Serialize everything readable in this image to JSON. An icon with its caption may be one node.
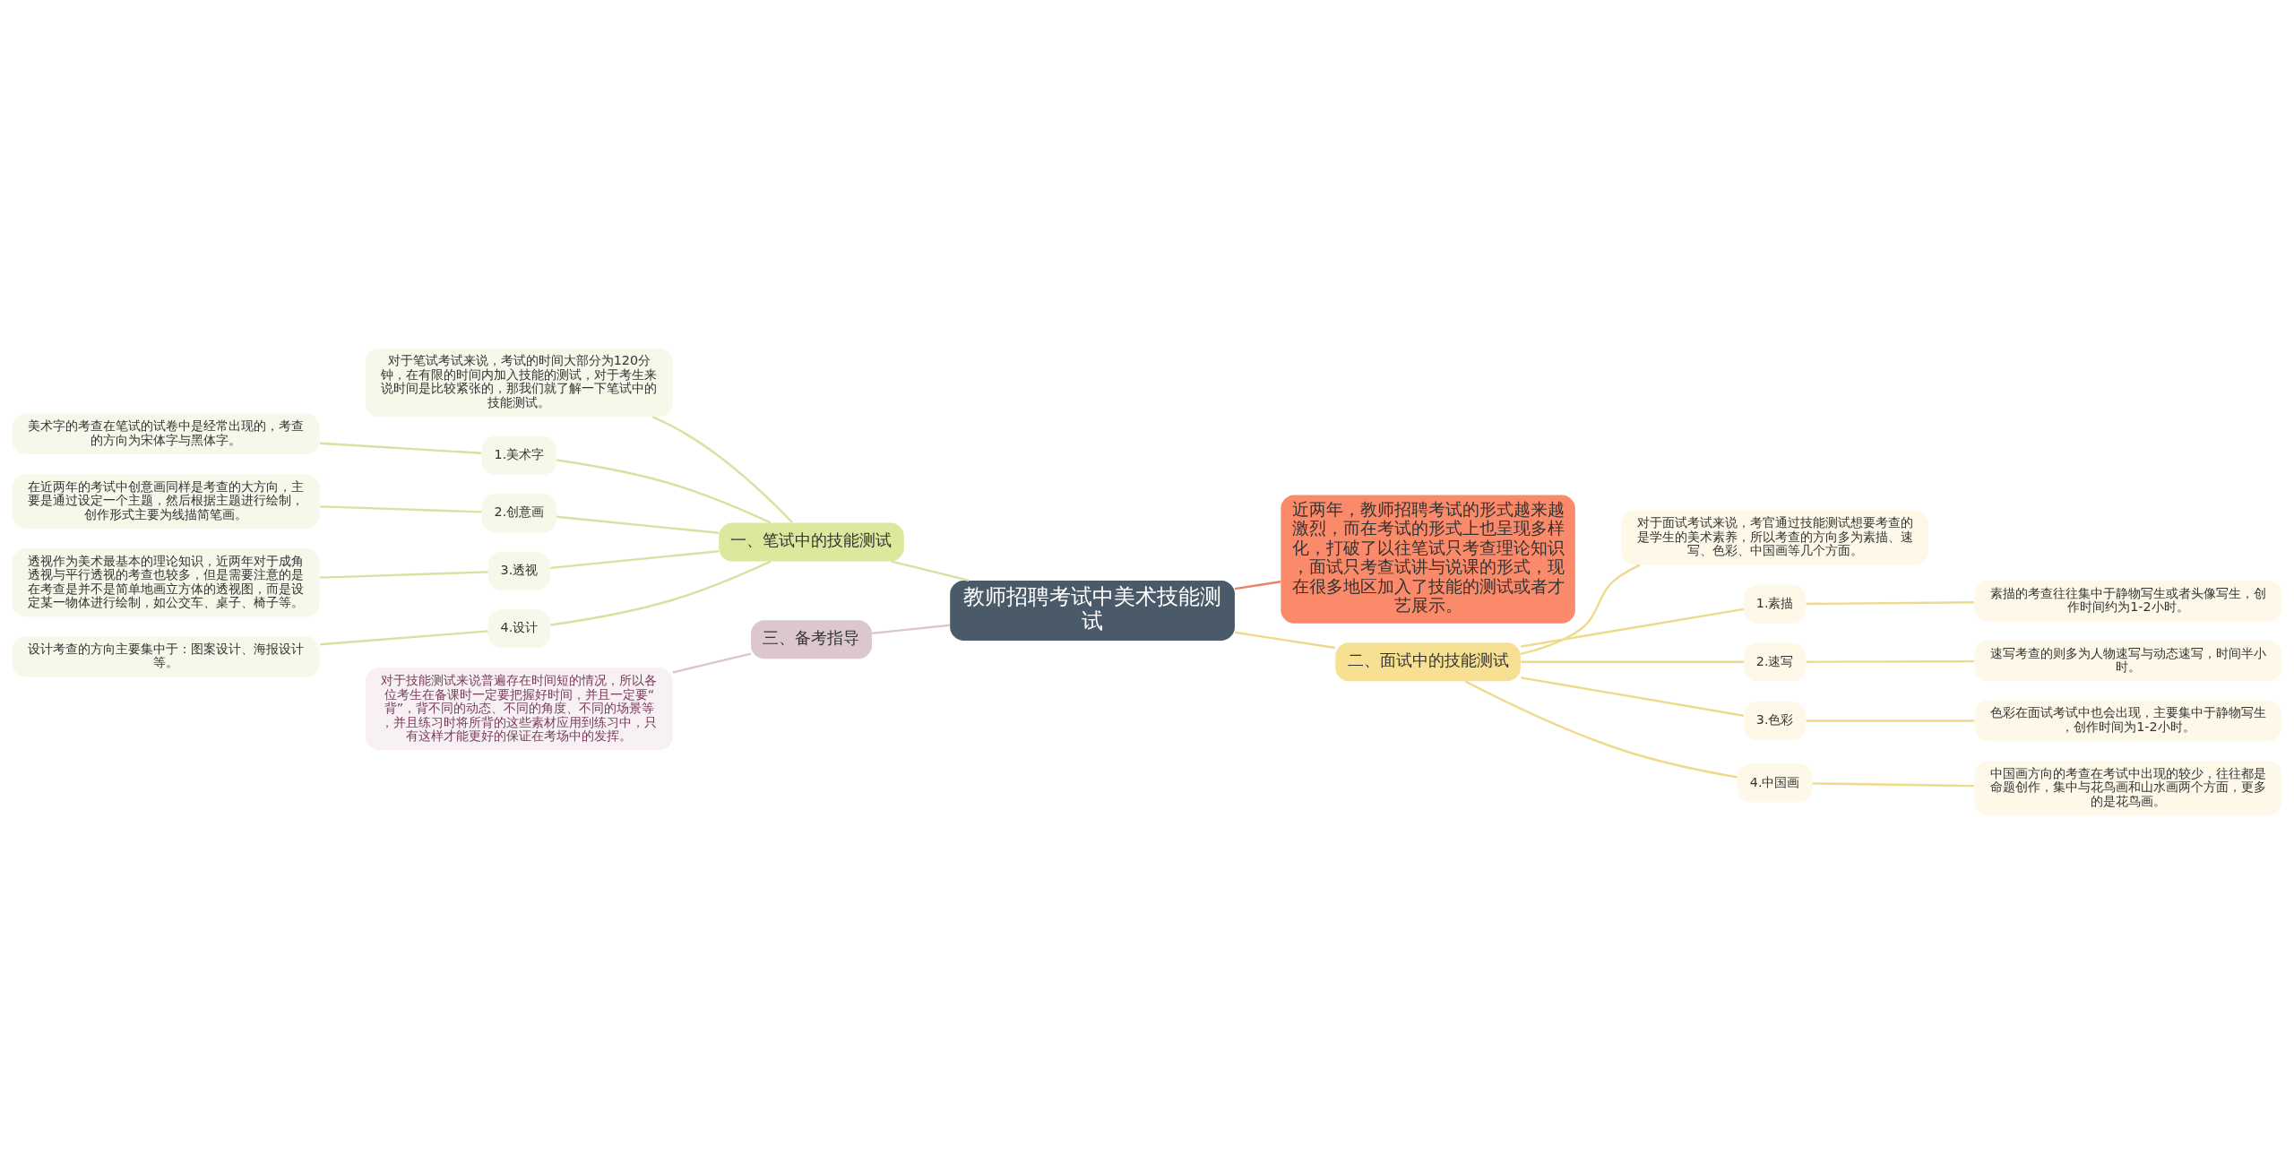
{
  "diagram": {
    "nodes": [
      {
        "text": [
          "教师招聘考试中美术技能测试"
        ]
      },
      {
        "text": [
          "近两年，教师招聘考试的形式越来越激烈，而在考试的形式上也呈现多样化，打破了以往笔试只考查理论知识，面试只考查试讲与说课的形式，现在很多地区加入了技能的测试或者才艺展示。"
        ]
      },
      {
        "text": [
          "一、笔试中的技能测试"
        ]
      },
      {
        "text": [
          "对于笔试考试来说，考试的时间大部分为120分钟，在有限的时间内加入技能的测试，对于考生来说时间是比较紧张的，那我们就了解一下笔试中的技能测试。"
        ]
      },
      {
        "text": [
          "1.美术字"
        ]
      },
      {
        "text": [
          "美术字的考查在笔试的试卷中是经常出现的，考查的方向为宋体字与黑体字。"
        ]
      },
      {
        "text": [
          "2.创意画"
        ]
      },
      {
        "text": [
          "在近两年的考试中创意画同样是考查的大方向，主要是通过设定一个主题，然后根据主题进行绘制，创作形式主要为线描简笔画。"
        ]
      },
      {
        "text": [
          "3.透视"
        ]
      },
      {
        "text": [
          "透视作为美术最基本的理论知识，近两年对于成角透视与平行透视的考查也较多，但是需要注意的是在考查是并不是简单地画立方体的透视图，而是设定某一物体进行绘制，如公交车、桌子、椅子等。"
        ]
      },
      {
        "text": [
          "4.设计"
        ]
      },
      {
        "text": [
          "设计考查的方向主要集中于：图案设计、海报设计等。"
        ]
      },
      {
        "text": [
          "二、面试中的技能测试"
        ]
      },
      {
        "text": [
          "对于面试考试来说，考官通过技能测试想要考查的是学生的美术素养，所以考查的方向多为素描、速写、色彩、中国画等几个方面。"
        ]
      },
      {
        "text": [
          "1.素描"
        ]
      },
      {
        "text": [
          "素描的考查往往集中于静物写生或者头像写生，创作时间约为1-2小时。"
        ]
      },
      {
        "text": [
          "2.速写"
        ]
      },
      {
        "text": [
          "速写考查的则多为人物速写与动态速写，时间半小时。"
        ]
      },
      {
        "text": [
          "3.色彩"
        ]
      },
      {
        "text": [
          "色彩在面试考试中也会出现，主要集中于静物写生，创作时间为1-2小时。"
        ]
      },
      {
        "text": [
          "4.中国画"
        ]
      },
      {
        "text": [
          "中国画方向的考查在考试中出现的较少，往往都是命题创作，集中与花鸟画和山水画两个方面，更多的是花鸟画。"
        ]
      },
      {
        "text": [
          "三、备考指导"
        ]
      },
      {
        "text": [
          "对于技能测试来说普遍存在时间短的情况，所以各位考生在备课时一定要把握好时间，并且一定要“背”，背不同的动态、不同的角度、不同的场景等，并且练习时将所背的这些素材应用到练习中，只有这样才能更好的保证在考场中的发挥。"
        ]
      }
    ],
    "edges": [
      {
        "from": 0,
        "to": 1,
        "arrow": "none",
        "color": "#e8846a"
      },
      {
        "from": 0,
        "to": 2,
        "arrow": "none",
        "color": "#d6e2a0"
      },
      {
        "from": 2,
        "to": 3,
        "arrow": "none",
        "color": "#d6e2a0"
      },
      {
        "from": 2,
        "to": 4,
        "arrow": "none",
        "color": "#d6e2a0"
      },
      {
        "from": 4,
        "to": 5,
        "arrow": "none",
        "color": "#d6e2a0"
      },
      {
        "from": 2,
        "to": 6,
        "arrow": "none",
        "color": "#d6e2a0"
      },
      {
        "from": 6,
        "to": 7,
        "arrow": "none",
        "color": "#d6e2a0"
      },
      {
        "from": 2,
        "to": 8,
        "arrow": "none",
        "color": "#d6e2a0"
      },
      {
        "from": 8,
        "to": 9,
        "arrow": "none",
        "color": "#d6e2a0"
      },
      {
        "from": 2,
        "to": 10,
        "arrow": "none",
        "color": "#d6e2a0"
      },
      {
        "from": 10,
        "to": 11,
        "arrow": "none",
        "color": "#d6e2a0"
      },
      {
        "from": 0,
        "to": 12,
        "arrow": "none",
        "color": "#f0d98a"
      },
      {
        "from": 12,
        "to": 13,
        "arrow": "none",
        "color": "#f0d98a"
      },
      {
        "from": 12,
        "to": 14,
        "arrow": "none",
        "color": "#f0d98a"
      },
      {
        "from": 14,
        "to": 15,
        "arrow": "none",
        "color": "#f0d98a"
      },
      {
        "from": 12,
        "to": 16,
        "arrow": "none",
        "color": "#f0d98a"
      },
      {
        "from": 16,
        "to": 17,
        "arrow": "none",
        "color": "#f0d98a"
      },
      {
        "from": 12,
        "to": 18,
        "arrow": "none",
        "color": "#f0d98a"
      },
      {
        "from": 18,
        "to": 19,
        "arrow": "none",
        "color": "#f0d98a"
      },
      {
        "from": 12,
        "to": 20,
        "arrow": "none",
        "color": "#f0d98a"
      },
      {
        "from": 20,
        "to": 21,
        "arrow": "none",
        "color": "#f0d98a"
      },
      {
        "from": 0,
        "to": 22,
        "arrow": "none",
        "color": "#d9c6ce"
      },
      {
        "from": 22,
        "to": 23,
        "arrow": "none",
        "color": "#d9c6ce"
      }
    ]
  }
}
